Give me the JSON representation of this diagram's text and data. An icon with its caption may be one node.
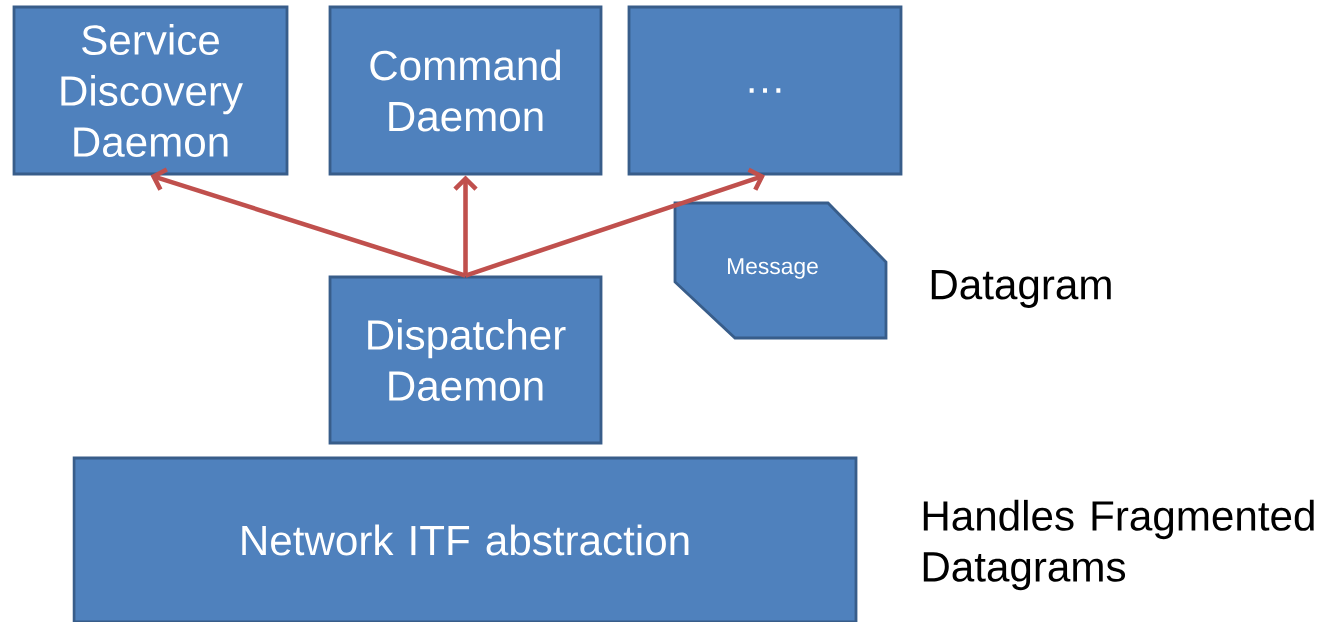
{
  "diagram": {
    "nodes": [
      {
        "text": [
          "Service Discovery Daemon"
        ]
      },
      {
        "text": [
          "Command Daemon"
        ]
      },
      {
        "text": [
          "…"
        ]
      },
      {
        "text": [
          "Message"
        ]
      },
      {
        "text": [
          "Dispatcher Daemon"
        ]
      },
      {
        "text": [
          "Network ITF abstraction"
        ]
      }
    ],
    "edges": [
      {
        "from": 4,
        "to": 0,
        "arrow": "to"
      },
      {
        "from": 4,
        "to": 1,
        "arrow": "to"
      },
      {
        "from": 4,
        "to": 2,
        "arrow": "to"
      }
    ],
    "labels": [
      "Datagram",
      "Handles Fragmented Datagrams"
    ]
  }
}
